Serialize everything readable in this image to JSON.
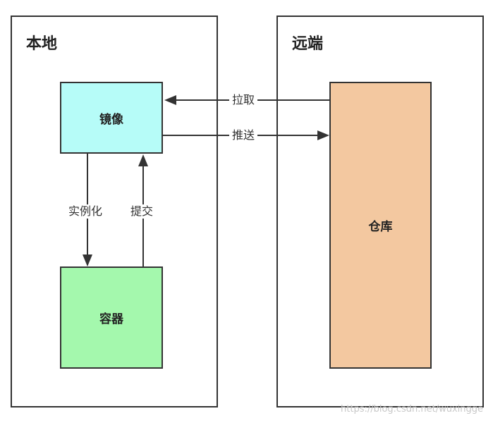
{
  "panels": {
    "local": {
      "title": "本地"
    },
    "remote": {
      "title": "远端"
    }
  },
  "nodes": {
    "image": {
      "label": "镜像",
      "color": "#b6fcf8"
    },
    "container": {
      "label": "容器",
      "color": "#a4f8ad"
    },
    "repository": {
      "label": "仓库",
      "color": "#f3c8a0"
    }
  },
  "edges": {
    "pull": "拉取",
    "push": "推送",
    "instantiate": "实例化",
    "commit": "提交"
  },
  "watermark": "https://blog.csdn.net/wuxingge"
}
